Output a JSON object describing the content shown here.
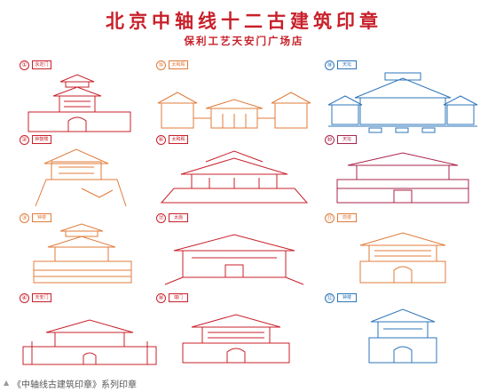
{
  "title": "北京中轴线十二古建筑印章",
  "subtitle": "保利工艺天安门广场店",
  "caption": "《中轴线古建筑印章》系列印章",
  "stamps": [
    {
      "number": "①",
      "tag": "永定门",
      "color": "#c8202a"
    },
    {
      "number": "⑤",
      "tag": "太和殿",
      "color": "#e07b3a"
    },
    {
      "number": "⑨",
      "tag": "天坛",
      "color": "#2d74b8"
    },
    {
      "number": "②",
      "tag": "钟鼓楼",
      "color": "#c8202a"
    },
    {
      "number": "⑥",
      "tag": "太和殿",
      "color": "#c8202a"
    },
    {
      "number": "⑩",
      "tag": "天坛",
      "color": "#a8244a"
    },
    {
      "number": "③",
      "tag": "钟楼",
      "color": "#e07b3a"
    },
    {
      "number": "⑦",
      "tag": "太庙",
      "color": "#c8202a"
    },
    {
      "number": "⑪",
      "tag": "箭楼",
      "color": "#e07b3a"
    },
    {
      "number": "④",
      "tag": "天安门",
      "color": "#c8202a"
    },
    {
      "number": "⑧",
      "tag": "端门",
      "color": "#c8202a"
    },
    {
      "number": "⑫",
      "tag": "钟楼",
      "color": "#2d74b8"
    }
  ]
}
